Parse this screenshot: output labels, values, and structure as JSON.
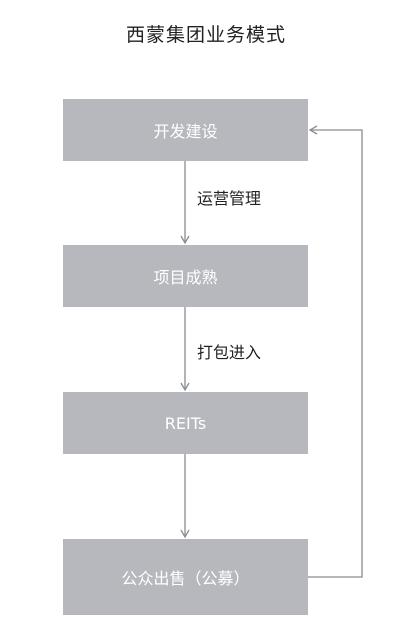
{
  "title": "西蒙集团业务模式",
  "nodes": [
    {
      "label": "开发建设"
    },
    {
      "label": "项目成熟"
    },
    {
      "label": "REITs"
    },
    {
      "label": "公众出售（公募）"
    }
  ],
  "edge_labels": {
    "dev_to_mature": "运营管理",
    "mature_to_reits": "打包进入"
  },
  "colors": {
    "box_fill": "#b7b8bd",
    "box_text": "#ffffff",
    "arrow": "#8a8c92",
    "title_text": "#222222"
  }
}
